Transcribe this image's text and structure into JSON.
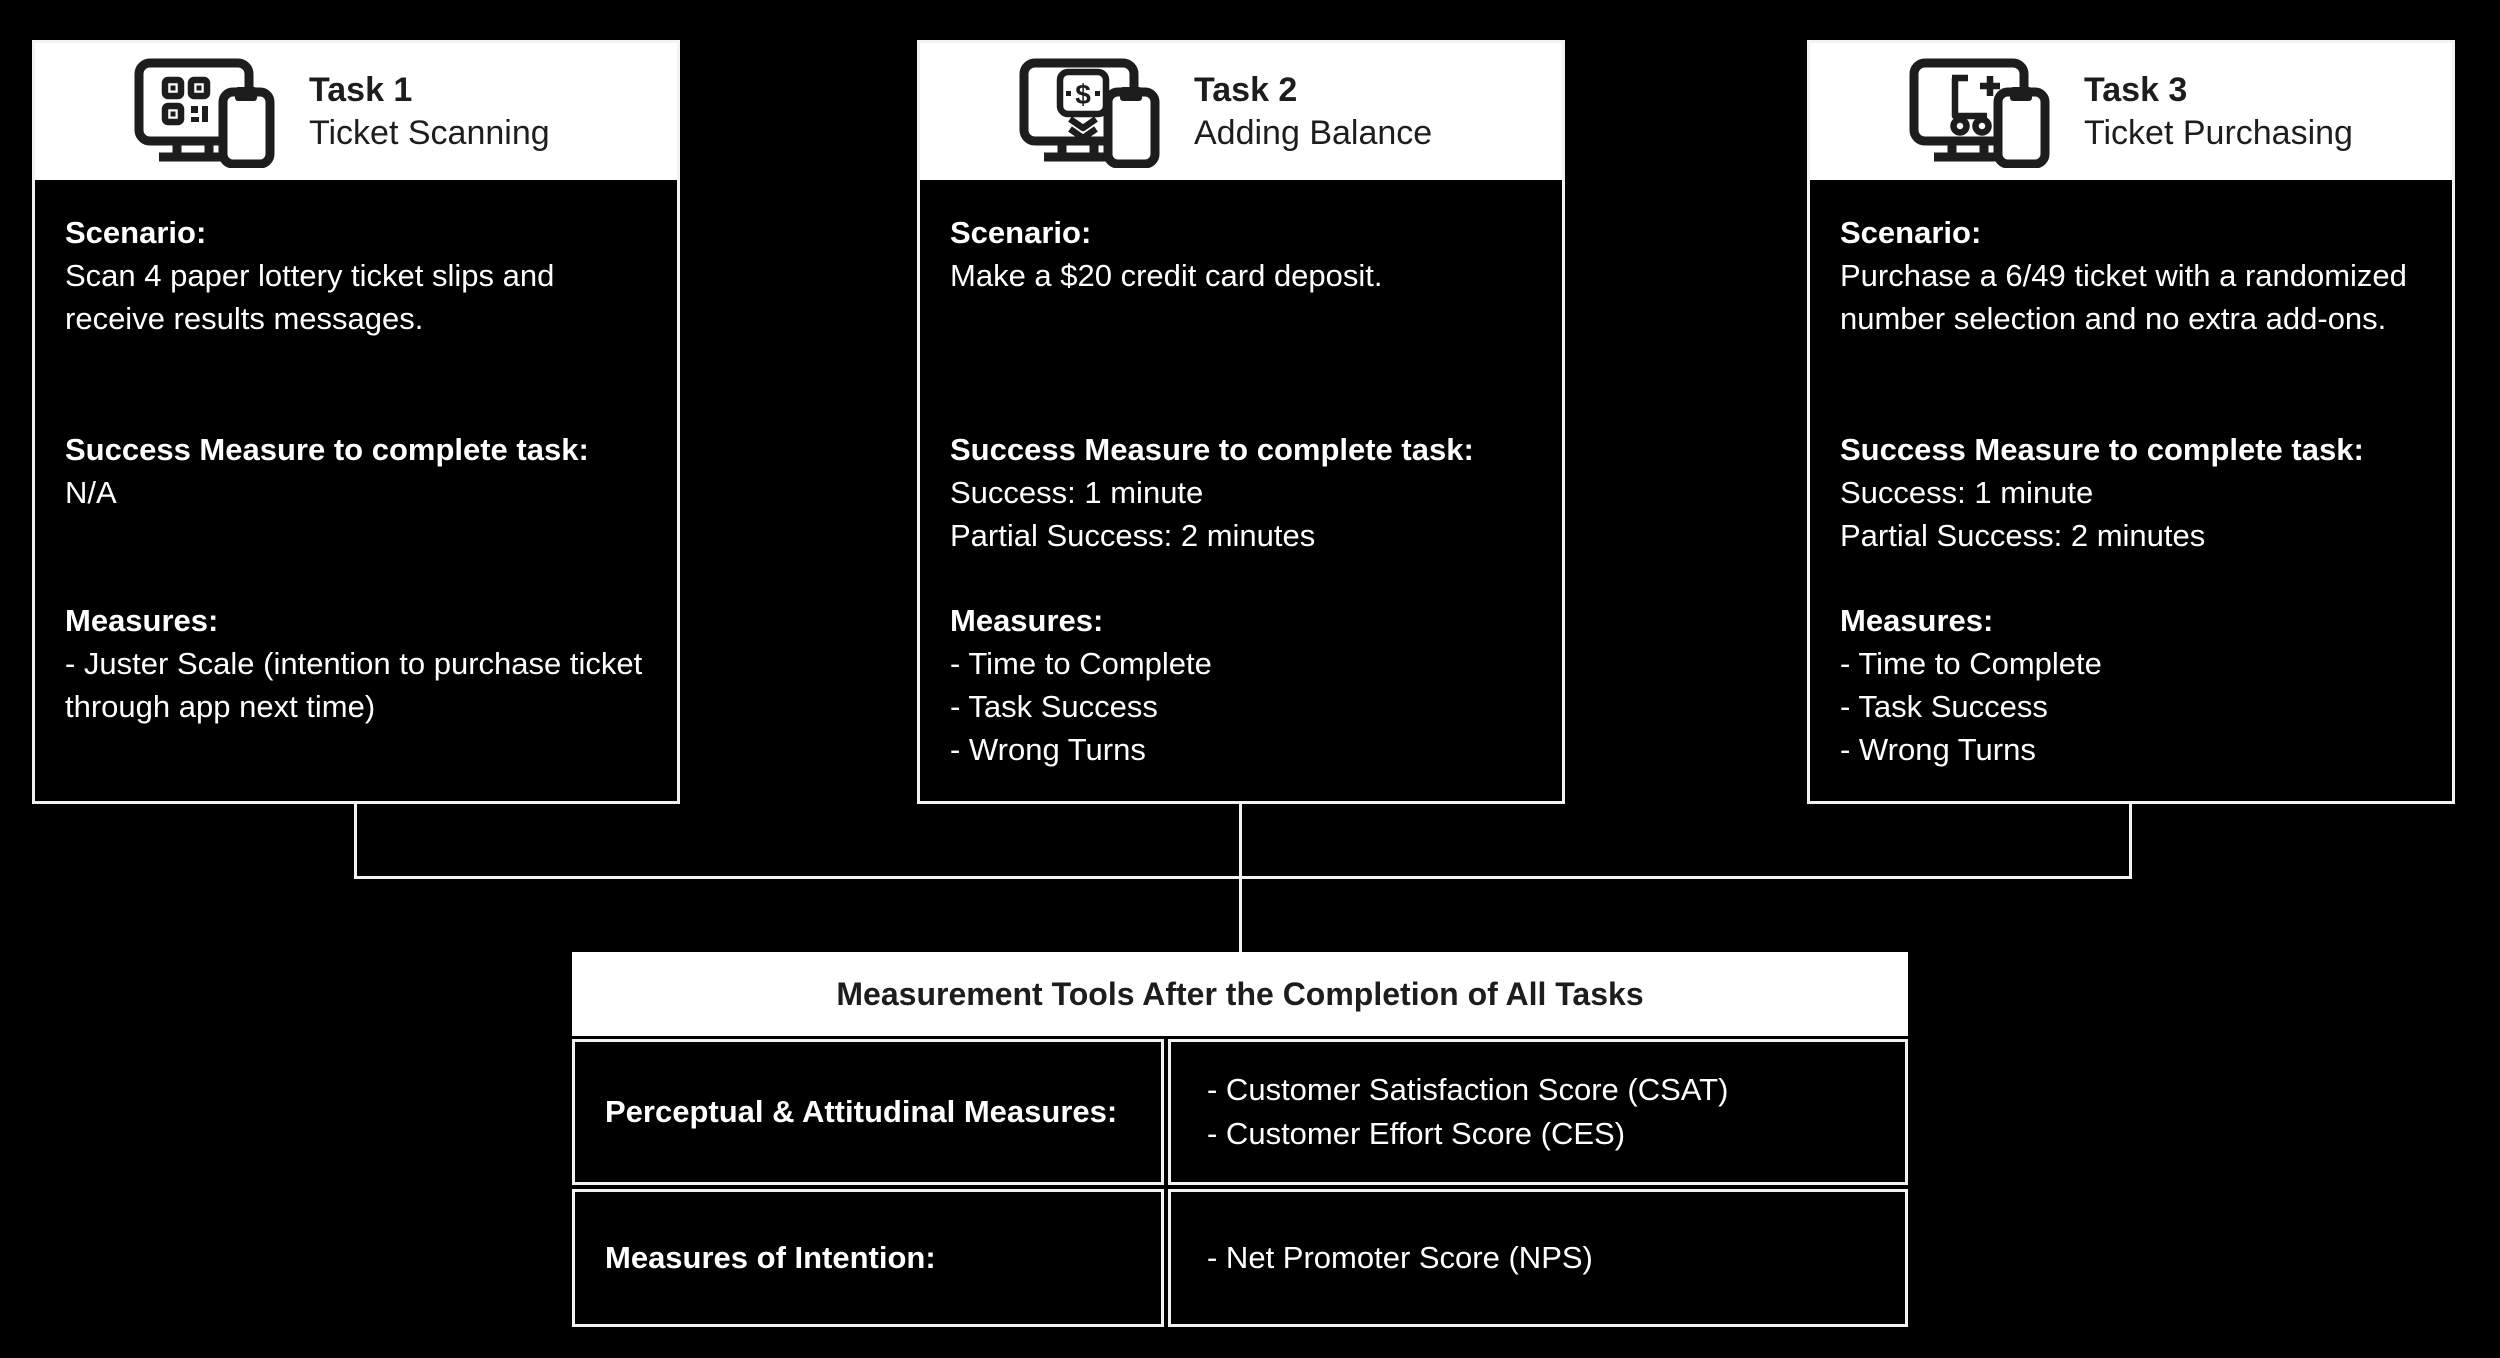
{
  "palette": {
    "background": "#000000",
    "line": "#f2f2f2",
    "card_header_bg": "#ffffff",
    "dark_text": "#1d1d1d",
    "light_text": "#ffffff"
  },
  "tasks": [
    {
      "title": "Task 1",
      "subtitle": "Ticket Scanning",
      "icon": "ticket-scanning-icon",
      "scenario_label": "Scenario:",
      "scenario": "Scan 4 paper lottery ticket slips and receive results messages.",
      "success_label": "Success Measure to complete task:",
      "success_lines": [
        "N/A"
      ],
      "measures_label": "Measures:",
      "measures": [
        "- Juster Scale (intention to purchase ticket through app next time)"
      ]
    },
    {
      "title": "Task 2",
      "subtitle": "Adding Balance",
      "icon": "adding-balance-icon",
      "scenario_label": "Scenario:",
      "scenario": "Make a $20 credit card deposit.",
      "success_label": "Success Measure to complete task:",
      "success_lines": [
        "Success: 1 minute",
        "Partial Success: 2 minutes"
      ],
      "measures_label": "Measures:",
      "measures": [
        "- Time to Complete",
        "- Task Success",
        "- Wrong Turns"
      ]
    },
    {
      "title": "Task 3",
      "subtitle": "Ticket Purchasing",
      "icon": "ticket-purchasing-icon",
      "scenario_label": "Scenario:",
      "scenario": "Purchase a 6/49 ticket with a randomized number selection and no extra add-ons.",
      "success_label": "Success Measure to complete task:",
      "success_lines": [
        "Success: 1 minute",
        "Partial Success: 2 minutes"
      ],
      "measures_label": "Measures:",
      "measures": [
        "- Time to Complete",
        "- Task Success",
        "- Wrong Turns"
      ]
    }
  ],
  "summary_table": {
    "title": "Measurement Tools After the Completion of All Tasks",
    "rows": [
      {
        "label": "Perceptual & Attitudinal Measures:",
        "items": [
          "- Customer Satisfaction Score (CSAT)",
          "- Customer Effort Score (CES)"
        ]
      },
      {
        "label": "Measures of Intention:",
        "items": [
          "- Net Promoter Score (NPS)"
        ]
      }
    ]
  }
}
